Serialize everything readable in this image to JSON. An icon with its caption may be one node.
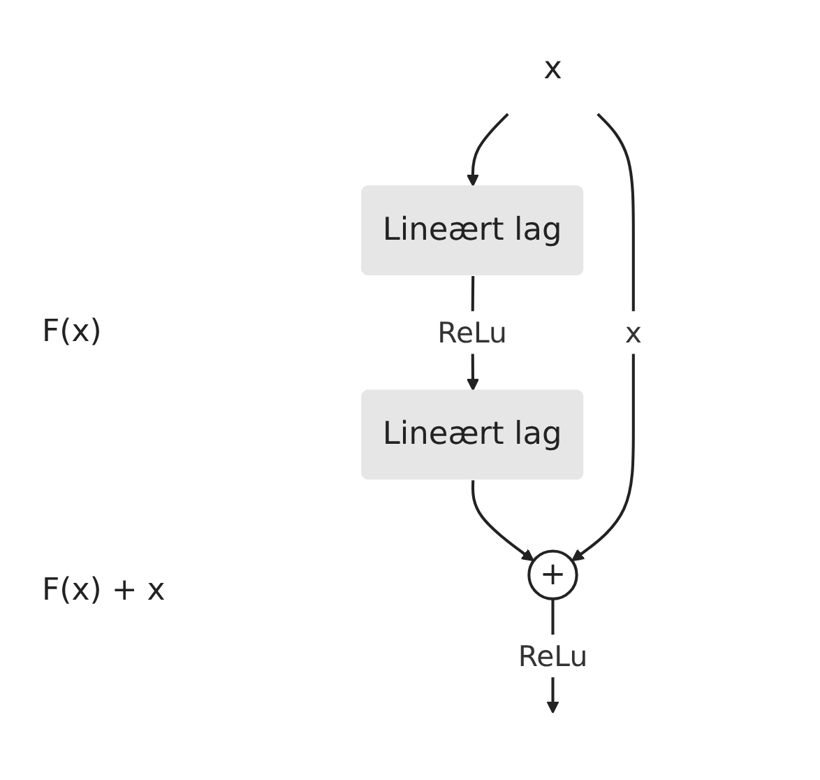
{
  "diagram": {
    "nodes": [
      {
        "text": [
          "x"
        ]
      },
      {
        "text": [
          "Lineært lag"
        ]
      },
      {
        "text": [
          "Lineært lag"
        ]
      },
      {
        "text": [
          "+"
        ]
      }
    ],
    "edges": [
      {
        "from": 0,
        "to": 1,
        "arrow": "to"
      },
      {
        "from": 1,
        "to": 2,
        "arrow": "to",
        "label": "ReLu"
      },
      {
        "from": 2,
        "to": 3,
        "arrow": "to"
      },
      {
        "from": 0,
        "to": 3,
        "arrow": "to",
        "label": "x"
      },
      {
        "from": 3,
        "to": null,
        "arrow": "to",
        "label": "ReLu"
      }
    ],
    "labels": [
      "F(x)",
      "F(x) + x"
    ]
  }
}
